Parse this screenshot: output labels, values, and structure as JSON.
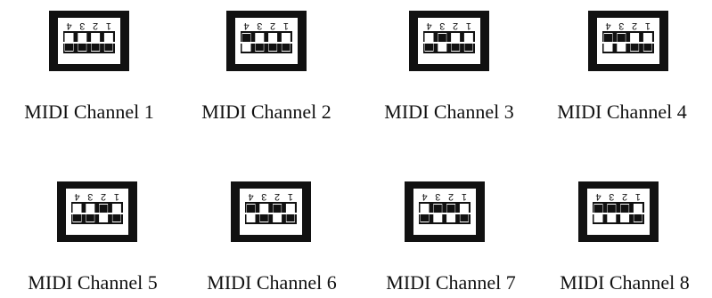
{
  "figure": {
    "dip_numbers": [
      "1",
      "2",
      "3",
      "4"
    ],
    "switches": [
      {
        "label": "MIDI Channel 1",
        "positions": [
          0,
          0,
          0,
          0
        ]
      },
      {
        "label": "MIDI Channel 2",
        "positions": [
          1,
          0,
          0,
          0
        ]
      },
      {
        "label": "MIDI Channel 3",
        "positions": [
          0,
          1,
          0,
          0
        ]
      },
      {
        "label": "MIDI Channel 4",
        "positions": [
          1,
          1,
          0,
          0
        ]
      },
      {
        "label": "MIDI Channel 5",
        "positions": [
          0,
          0,
          1,
          0
        ]
      },
      {
        "label": "MIDI Channel 6",
        "positions": [
          1,
          0,
          1,
          0
        ]
      },
      {
        "label": "MIDI Channel 7",
        "positions": [
          0,
          1,
          1,
          0
        ]
      },
      {
        "label": "MIDI Channel 8",
        "positions": [
          1,
          1,
          1,
          0
        ]
      }
    ]
  }
}
